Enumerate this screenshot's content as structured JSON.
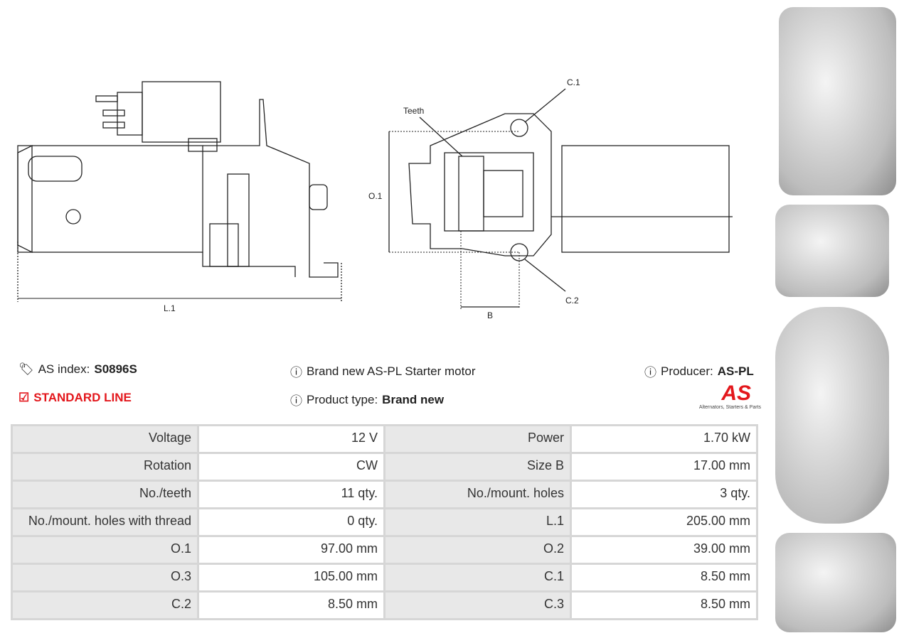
{
  "drawing": {
    "labels": {
      "l1": "L.1",
      "o1": "O.1",
      "b": "B",
      "c1": "C.1",
      "c2": "C.2",
      "teeth": "Teeth"
    }
  },
  "info": {
    "as_index_label": "AS index:",
    "as_index_value": "S0896S",
    "line": "STANDARD LINE",
    "description": "Brand new AS-PL Starter motor",
    "product_type_label": "Product type:",
    "product_type_value": "Brand new",
    "producer_label": "Producer:",
    "producer_value": "AS-PL",
    "logo_text": "AS",
    "logo_tagline": "Alternators, Starters & Parts"
  },
  "specs": [
    [
      {
        "l": "Voltage",
        "v": "12 V"
      },
      {
        "l": "Power",
        "v": "1.70 kW"
      }
    ],
    [
      {
        "l": "Rotation",
        "v": "CW"
      },
      {
        "l": "Size B",
        "v": "17.00 mm"
      }
    ],
    [
      {
        "l": "No./teeth",
        "v": "11 qty."
      },
      {
        "l": "No./mount. holes",
        "v": "3 qty."
      }
    ],
    [
      {
        "l": "No./mount. holes with thread",
        "v": "0 qty."
      },
      {
        "l": "L.1",
        "v": "205.00 mm"
      }
    ],
    [
      {
        "l": "O.1",
        "v": "97.00 mm"
      },
      {
        "l": "O.2",
        "v": "39.00 mm"
      }
    ],
    [
      {
        "l": "O.3",
        "v": "105.00 mm"
      },
      {
        "l": "C.1",
        "v": "8.50 mm"
      }
    ],
    [
      {
        "l": "C.2",
        "v": "8.50 mm"
      },
      {
        "l": "C.3",
        "v": "8.50 mm"
      }
    ]
  ]
}
